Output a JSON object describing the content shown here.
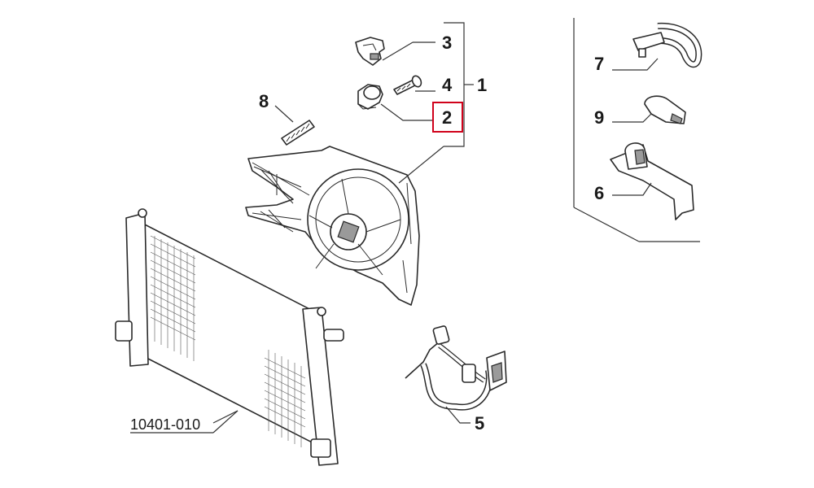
{
  "callouts": {
    "c1": "1",
    "c2": "2",
    "c3": "3",
    "c4": "4",
    "c5": "5",
    "c6": "6",
    "c7": "7",
    "c8": "8",
    "c9": "9"
  },
  "reference_code": "10401-010",
  "colors": {
    "highlight": "#d0021b",
    "line": "#2a2a2a",
    "background": "#ffffff"
  }
}
